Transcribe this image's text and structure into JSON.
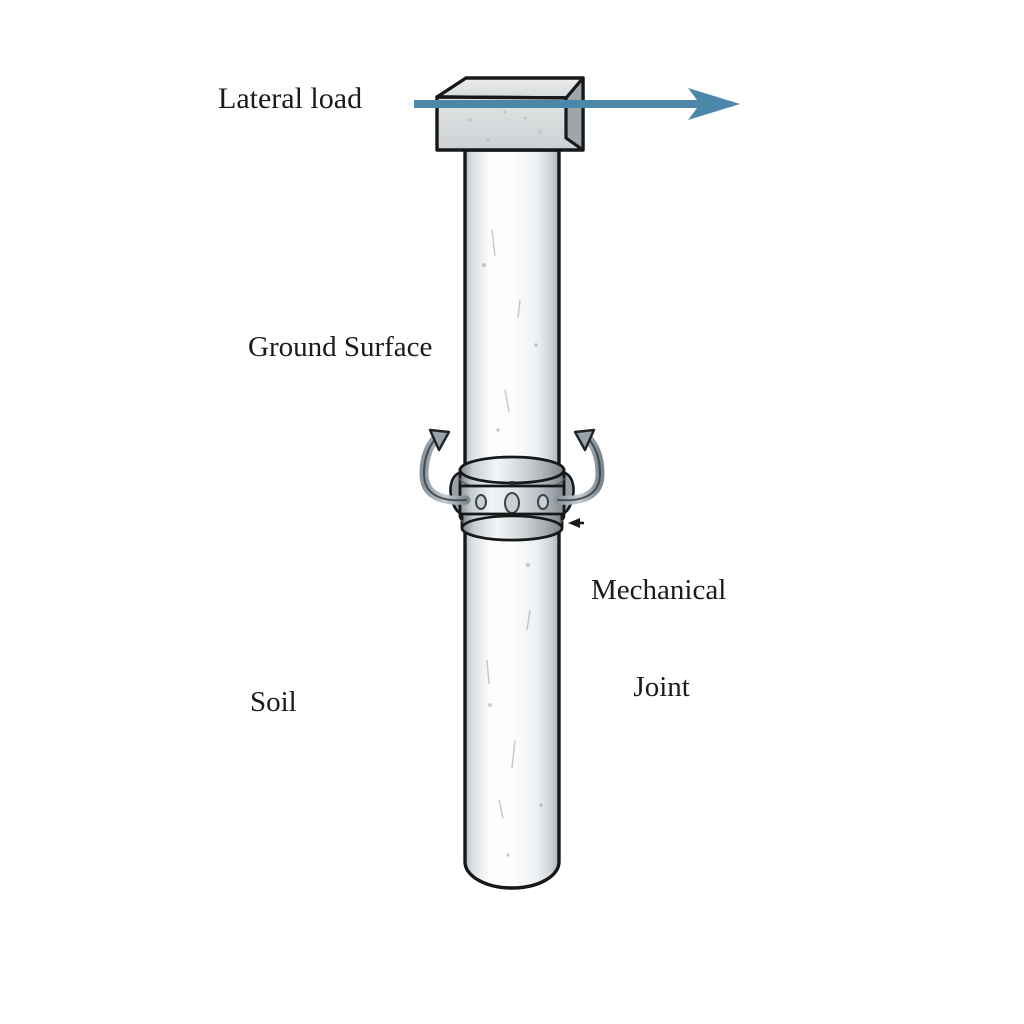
{
  "diagram": {
    "title": "Laterally loaded pile with mechanical joint in soil",
    "labels": {
      "lateral_load": "Lateral load",
      "ground_surface": "Ground Surface",
      "soil": "Soil",
      "mechanical_joint_line1": "Mechanical",
      "mechanical_joint_line2": "Joint"
    },
    "icons": {
      "load_arrow": "right-arrow-icon",
      "rotation_arrow_left": "curved-rotation-arrow-left-icon",
      "rotation_arrow_right": "curved-rotation-arrow-right-icon",
      "leader_arrow": "leader-line-arrow-icon"
    },
    "colors": {
      "load_arrow": "#4a87a8",
      "soil_top": "#e8d3b4",
      "soil_upper": "#f0e5d6",
      "soil_middle": "#e6cfb3",
      "soil_bottom": "#d9c4a8",
      "pile_light": "#fbfbfb",
      "pile_shade": "#c9cdd0",
      "joint_metal": "#aab0b5",
      "outline": "#1b1b1b",
      "label_text": "#1b1b1b",
      "background": "#ffffff"
    },
    "parts": {
      "cap_block": "pile-cap-block",
      "pile_shaft": "pile-shaft",
      "joint_collar": "mechanical-joint-collar",
      "bolt_holes": 3,
      "soil_layers": [
        "granular-topsoil",
        "upper-soil",
        "middle-soil",
        "lower-gravel"
      ]
    }
  }
}
